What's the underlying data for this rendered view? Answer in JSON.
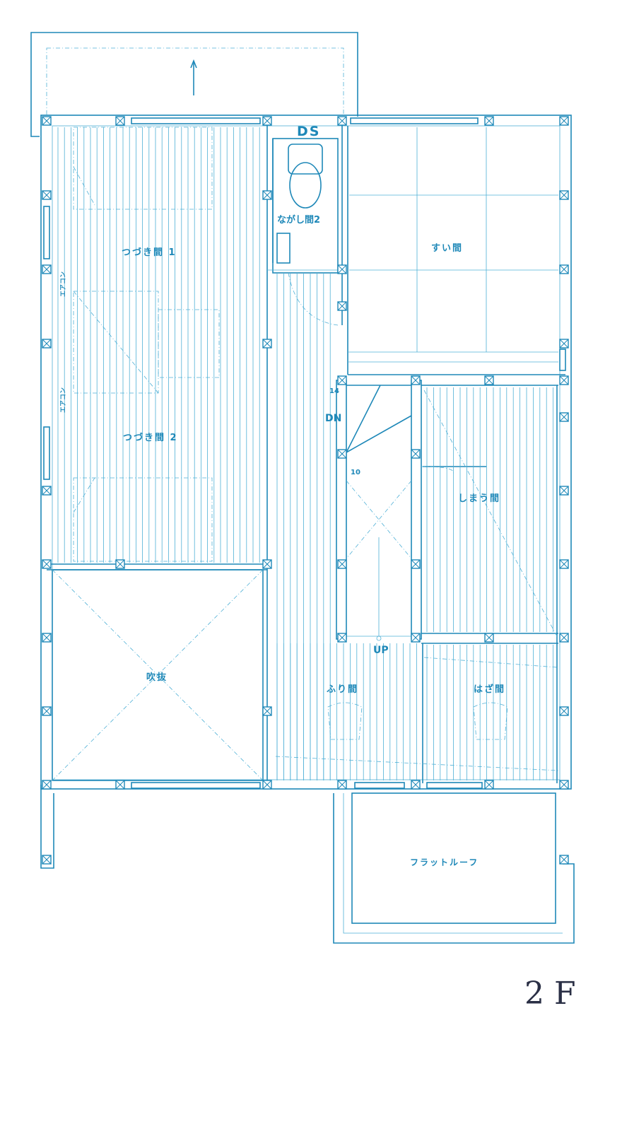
{
  "rooms": {
    "tsuzuki1": "つづき間 1",
    "tsuzuki2": "つづき間 2",
    "nagashi2": "ながし間2",
    "sui": "すい間",
    "shimau": "しまう間",
    "furi": "ふり間",
    "haza": "はざ間",
    "fukinuke": "吹抜",
    "flat_roof": "フラットルーフ"
  },
  "labels": {
    "ds": "DS",
    "dn": "DN",
    "up": "UP",
    "aircon1": "エアコン",
    "aircon2": "エアコン",
    "step14": "14",
    "step10": "10"
  },
  "floor": "2 F",
  "colors": {
    "line": "#1e88b8",
    "light": "#4fb0d6",
    "floor_text": "#2a2f45"
  }
}
